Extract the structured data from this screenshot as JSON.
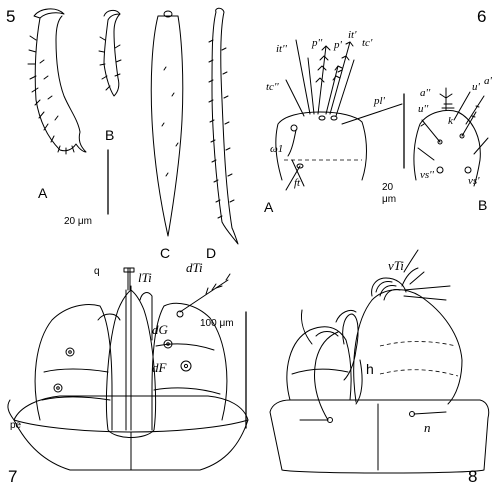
{
  "figures": {
    "fig5": {
      "number": "5",
      "panels": [
        "A",
        "B",
        "C",
        "D"
      ],
      "scale_label": "20 μm"
    },
    "fig6": {
      "number": "6",
      "panels": [
        "A",
        "B"
      ],
      "scale_label_line1": "20",
      "scale_label_line2": "μm",
      "setae_A": {
        "it2": "it''",
        "p2": "p''",
        "p1": "p'",
        "it1": "it'",
        "tc1": "tc'",
        "tc2": "tc''",
        "omega": "ω1",
        "pl1": "pl'",
        "ft": "ft"
      },
      "setae_B": {
        "u2": "u''",
        "u1": "u'",
        "a1": "a'",
        "a2": "a''",
        "k": "k",
        "vs2": "vs''",
        "vs1": "vs'"
      }
    },
    "fig7": {
      "number": "7",
      "labels": {
        "q": "q",
        "lTi": "lTi",
        "dTi": "dTi",
        "dG": "dG",
        "dF": "dF",
        "pe": "pe"
      },
      "scale_label": "100 μm"
    },
    "fig8": {
      "number": "8",
      "labels": {
        "vTi": "vTi",
        "h": "h",
        "n": "n"
      }
    }
  }
}
